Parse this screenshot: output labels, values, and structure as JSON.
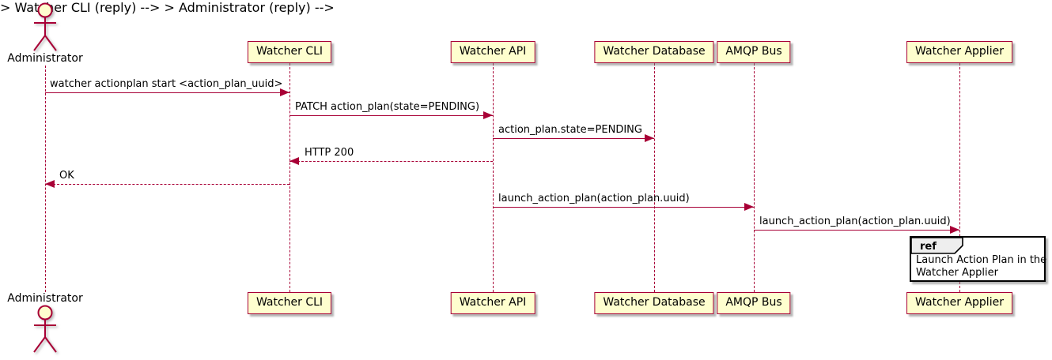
{
  "diagram_type": "sequence-diagram",
  "actor": {
    "name": "Administrator"
  },
  "participants": [
    {
      "label": "Watcher CLI"
    },
    {
      "label": "Watcher API"
    },
    {
      "label": "Watcher Database"
    },
    {
      "label": "AMQP Bus"
    },
    {
      "label": "Watcher Applier"
    }
  ],
  "messages": [
    {
      "from": "Administrator",
      "to": "Watcher CLI",
      "label": "watcher actionplan start <action_plan_uuid>",
      "line_style": "solid",
      "direction": "right"
    },
    {
      "from": "Watcher CLI",
      "to": "Watcher API",
      "label": "PATCH action_plan(state=PENDING)",
      "line_style": "solid",
      "direction": "right"
    },
    {
      "from": "Watcher API",
      "to": "Watcher Database",
      "label": "action_plan.state=PENDING",
      "line_style": "solid",
      "direction": "right"
    },
    {
      "from": "Watcher API",
      "to": "Watcher CLI",
      "label": "HTTP 200",
      "line_style": "dashed",
      "direction": "left"
    },
    {
      "from": "Watcher CLI",
      "to": "Administrator",
      "label": "OK",
      "line_style": "dashed",
      "direction": "left"
    },
    {
      "from": "Watcher API",
      "to": "AMQP Bus",
      "label": "launch_action_plan(action_plan.uuid)",
      "line_style": "solid",
      "direction": "right"
    },
    {
      "from": "AMQP Bus",
      "to": "Watcher Applier",
      "label": "launch_action_plan(action_plan.uuid)",
      "line_style": "solid",
      "direction": "right"
    }
  ],
  "ref": {
    "keyword": "ref",
    "line1": "Launch Action Plan in the",
    "line2": "Watcher Applier"
  },
  "colors": {
    "participant_fill": "#FEFECE",
    "stroke": "#A80036",
    "message_text": "#000000",
    "ref_border": "#000000",
    "ref_tab_fill": "#EEEEEE",
    "background": "#FFFFFF"
  }
}
